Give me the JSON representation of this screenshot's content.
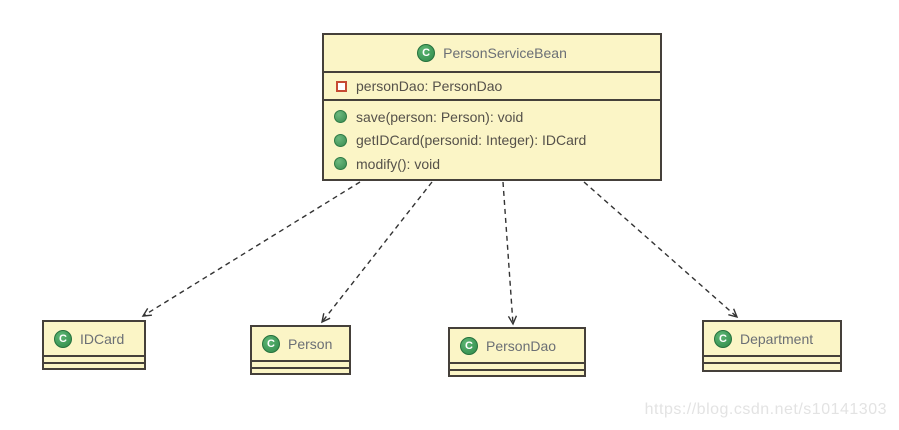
{
  "diagram": {
    "class_icon_letter": "C",
    "main_class": {
      "name": "PersonServiceBean",
      "fields": [
        "personDao: PersonDao"
      ],
      "methods": [
        "save(person: Person): void",
        "getIDCard(personid: Integer): IDCard",
        "modify(): void"
      ]
    },
    "dependencies": [
      "IDCard",
      "Person",
      "PersonDao",
      "Department"
    ],
    "watermark": "https://blog.csdn.net/s10141303",
    "colors": {
      "box_fill": "#fbf5c6",
      "box_border": "#45403a",
      "class_icon_green": "#3c9a56",
      "field_icon_red": "#c64a32",
      "method_icon_green": "#3a8b50",
      "arrow": "#333333",
      "watermark": "#e3e3e3"
    }
  }
}
